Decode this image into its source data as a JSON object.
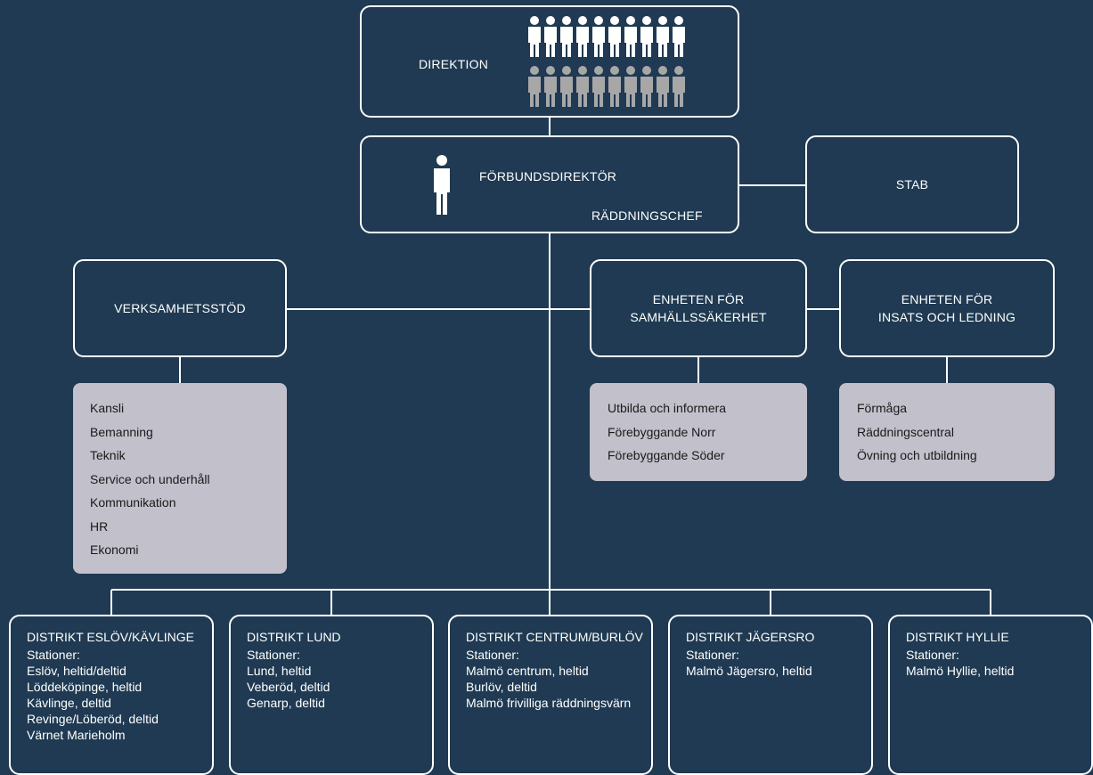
{
  "direktion": {
    "title": "DIREKTION",
    "members_top_row": 10,
    "members_bottom_row": 10,
    "colors": {
      "filled": "#ffffff",
      "muted": "#a7a7a7"
    }
  },
  "forbundsdirektor": {
    "title": "FÖRBUNDSDIREKTÖR",
    "subtitle": "RÄDDNINGSCHEF"
  },
  "stab": {
    "title": "STAB"
  },
  "verksamhetsstod": {
    "title": "VERKSAMHETSSTÖD",
    "items": [
      "Kansli",
      "Bemanning",
      "Teknik",
      "Service och underhåll",
      "Kommunikation",
      "HR",
      "Ekonomi"
    ]
  },
  "samhallssakerhet": {
    "title_line1": "ENHETEN FÖR",
    "title_line2": "SAMHÄLLSSÄKERHET",
    "items": [
      "Utbilda och informera",
      "Förebyggande Norr",
      "Förebyggande Söder"
    ]
  },
  "insats": {
    "title_line1": "ENHETEN FÖR",
    "title_line2": "INSATS OCH LEDNING",
    "items": [
      "Förmåga",
      "Räddningscentral",
      "Övning och utbildning"
    ]
  },
  "districts": [
    {
      "title": "DISTRIKT ESLÖV/KÄVLINGE",
      "stations_label": "Stationer:",
      "stations": [
        "Eslöv, heltid/deltid",
        "Löddeköpinge, heltid",
        "Kävlinge, deltid",
        "Revinge/Löberöd, deltid",
        "Värnet Marieholm"
      ]
    },
    {
      "title": "DISTRIKT LUND",
      "stations_label": "Stationer:",
      "stations": [
        "Lund, heltid",
        "Veberöd, deltid",
        "Genarp, deltid"
      ]
    },
    {
      "title": "DISTRIKT CENTRUM/BURLÖV",
      "stations_label": "Stationer:",
      "stations": [
        "Malmö centrum, heltid",
        "Burlöv, deltid",
        "Malmö frivilliga räddningsvärn"
      ]
    },
    {
      "title": "DISTRIKT JÄGERSRO",
      "stations_label": "Stationer:",
      "stations": [
        "Malmö Jägersro, heltid"
      ]
    },
    {
      "title": "DISTRIKT HYLLIE",
      "stations_label": "Stationer:",
      "stations": [
        "Malmö Hyllie, heltid"
      ]
    }
  ],
  "colors": {
    "background": "#1f3a52",
    "line": "#ffffff",
    "list_box": "#c2c0cb",
    "list_text": "#1a1a1a"
  }
}
